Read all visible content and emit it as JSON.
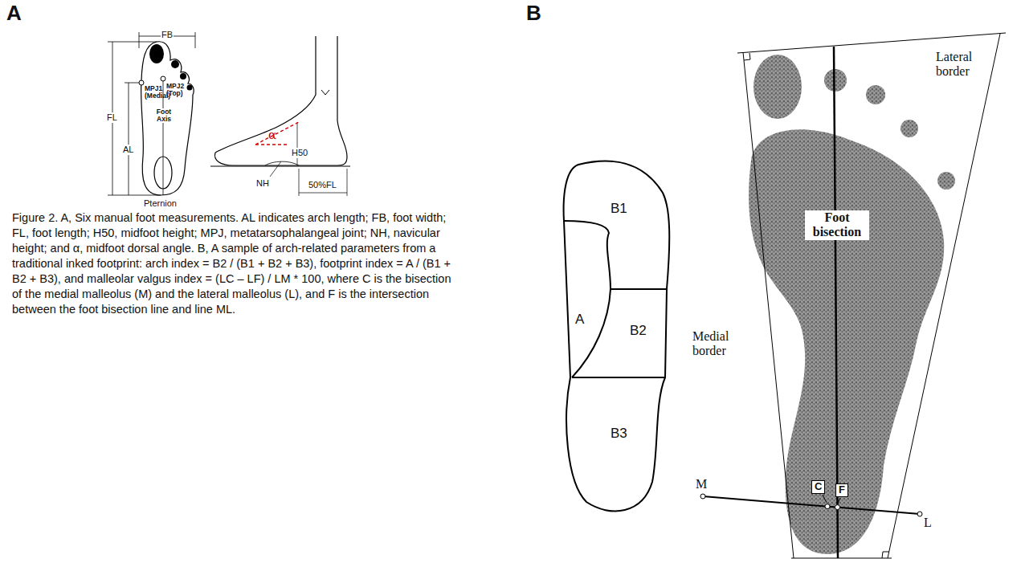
{
  "diagram": {
    "caption": "Figure 2. A, Six manual foot measurements. AL indicates arch length; FB, foot width; FL, foot length; H50, midfoot height; MPJ, metatarsophalangeal joint; NH, navicular height; and α, midfoot dorsal angle. B, A sample of arch-related parameters from a traditional inked footprint: arch index = B2 / (B1 + B2 + B3), footprint index = A / (B1 + B2 + B3), and malleolar valgus index = (LC – LF) / LM * 100, where C is the bisection of the medial malleolus (M) and the lateral malleolus (L), and F is the intersection between the foot bisection line and line ML.",
    "labels": [
      "A",
      "B",
      "FB",
      "FL",
      "AL",
      "MPJ1 (Medial)",
      "MPJ2 (Top)",
      "Foot Axis",
      "Pternion",
      "α",
      "H50",
      "NH",
      "50%FL",
      "B1",
      "A",
      "B2",
      "B3",
      "Lateral border",
      "Medial border",
      "Foot bisection",
      "M",
      "C",
      "F",
      "L"
    ]
  }
}
